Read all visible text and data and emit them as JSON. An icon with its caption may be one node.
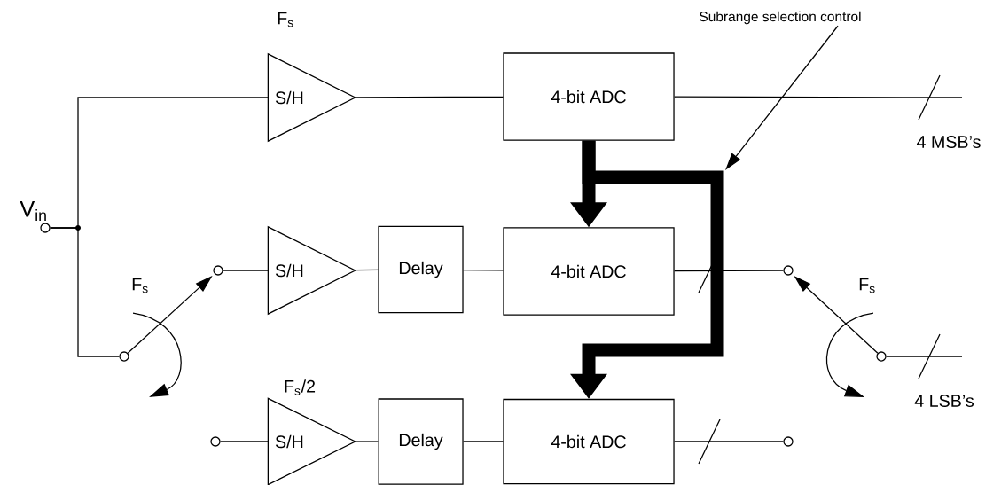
{
  "diagram": {
    "nodes": [
      {
        "text": [],
        "shape": "circle",
        "beside": [
          "V$_{in}$"
        ]
      },
      {
        "text": [
          "S/H"
        ],
        "beside": [
          "F$_{s}$"
        ]
      },
      {
        "text": [
          "4-bit ADC"
        ]
      },
      {
        "text": [],
        "shape": "circle",
        "beside": [
          "F$_{s}$"
        ]
      },
      {
        "text": [],
        "shape": "circle"
      },
      {
        "text": [
          "S/H"
        ]
      },
      {
        "text": [
          "Delay"
        ]
      },
      {
        "text": [
          "4-bit ADC"
        ]
      },
      {
        "text": [],
        "shape": "circle"
      },
      {
        "text": [
          "S/H"
        ],
        "beside": [
          "F$_{s}$/2"
        ]
      },
      {
        "text": [
          "Delay"
        ]
      },
      {
        "text": [
          "4-bit ADC"
        ]
      },
      {
        "text": [],
        "shape": "circle"
      },
      {
        "text": [],
        "shape": "circle",
        "beside": [
          "F$_{s}$"
        ]
      },
      {
        "text": [],
        "shape": "circle"
      },
      {
        "text": [
          "Subrange selection control"
        ]
      }
    ],
    "edges": [
      {
        "from": 0,
        "to": 1,
        "arrow": "none"
      },
      {
        "from": 0,
        "to": 3,
        "arrow": "none"
      },
      {
        "from": 1,
        "to": 2,
        "arrow": "none"
      },
      {
        "from": 2,
        "to": null,
        "arrow": "none"
      },
      {
        "from": 3,
        "to": 4,
        "arrow": "to"
      },
      {
        "from": 4,
        "to": 5,
        "arrow": "none"
      },
      {
        "from": 5,
        "to": 6,
        "arrow": "none"
      },
      {
        "from": 6,
        "to": 7,
        "arrow": "none"
      },
      {
        "from": 7,
        "to": 12,
        "arrow": "none"
      },
      {
        "from": 8,
        "to": 9,
        "arrow": "none"
      },
      {
        "from": 9,
        "to": 10,
        "arrow": "none"
      },
      {
        "from": 10,
        "to": 11,
        "arrow": "none"
      },
      {
        "from": 11,
        "to": 14,
        "arrow": "none"
      },
      {
        "from": 13,
        "to": 12,
        "arrow": "to"
      },
      {
        "from": 13,
        "to": null,
        "arrow": "none"
      },
      {
        "from": 2,
        "to": 7,
        "arrow": "to",
        "style": "thick"
      },
      {
        "from": 2,
        "to": 11,
        "arrow": "to",
        "style": "thick"
      },
      {
        "from": 15,
        "to": null,
        "arrow": "to"
      }
    ],
    "labels": [
      "4 MSB’s",
      "4 LSB’s"
    ]
  }
}
